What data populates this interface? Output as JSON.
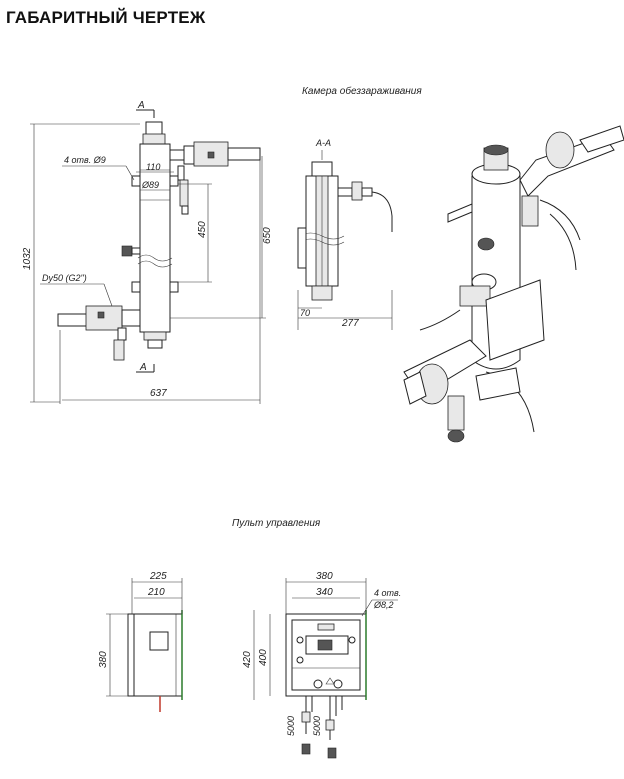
{
  "title": "ГАБАРИТНЫЙ ЧЕРТЕЖ",
  "chamber_caption": "Камера обеззараживания",
  "panel_caption": "Пульт управления",
  "section": {
    "a": "A",
    "aa": "A-A"
  },
  "chamber_dims": {
    "holes": "4 отв. Ø9",
    "d110": "110",
    "d89": "Ø89",
    "d450": "450",
    "d650": "650",
    "d1032": "1032",
    "dy50": "Dy50 (G2\")",
    "d637": "637",
    "d70": "70",
    "d277": "277"
  },
  "panel_dims": {
    "d225": "225",
    "d210": "210",
    "d380h": "380",
    "w380": "380",
    "w340": "340",
    "holes": "4 отв.",
    "holes_d": "Ø8,2",
    "h420": "420",
    "h400": "400",
    "c5000a": "5000",
    "c5000b": "5000"
  },
  "colors": {
    "line": "#222222",
    "accent": "#2a7a2a",
    "cable": "#c0392b"
  }
}
